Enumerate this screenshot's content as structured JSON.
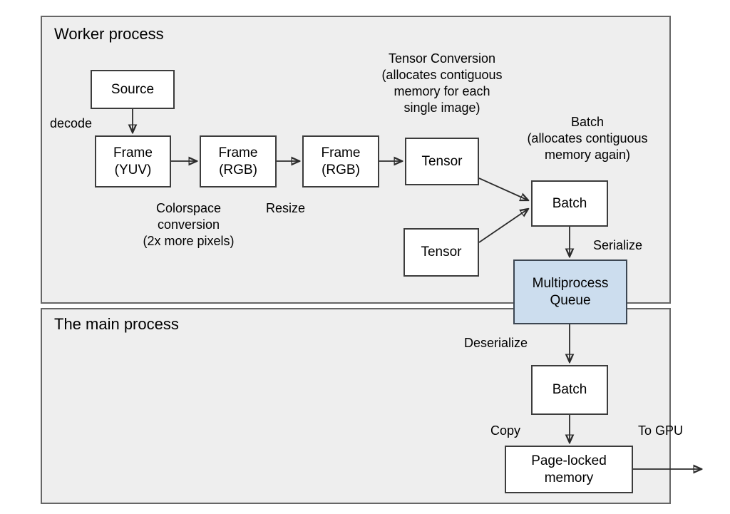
{
  "diagram": {
    "title": "Video decode pipeline across worker and main process",
    "background": "#ffffff",
    "panel_fill": "#eeeeee",
    "panel_stroke": "#666666",
    "node_fill": "#ffffff",
    "node_stroke": "#3c3c3c",
    "accent_fill": "#ccddee",
    "line_color": "#2b2b2b"
  },
  "panels": [
    {
      "id": "worker",
      "label": "Worker process"
    },
    {
      "id": "main",
      "label": "The main process"
    }
  ],
  "nodes": [
    {
      "id": "source",
      "label": "Source",
      "style": "plain"
    },
    {
      "id": "frame_yuv",
      "label": "Frame\n(YUV)",
      "style": "plain"
    },
    {
      "id": "frame_rgb1",
      "label": "Frame\n(RGB)",
      "style": "plain"
    },
    {
      "id": "frame_rgb2",
      "label": "Frame\n(RGB)",
      "style": "plain"
    },
    {
      "id": "tensor1",
      "label": "Tensor",
      "style": "plain"
    },
    {
      "id": "tensor2",
      "label": "Tensor",
      "style": "plain"
    },
    {
      "id": "batch_top",
      "label": "Batch",
      "style": "plain"
    },
    {
      "id": "queue",
      "label": "Multiprocess\nQueue",
      "style": "accent"
    },
    {
      "id": "batch_main",
      "label": "Batch",
      "style": "plain"
    },
    {
      "id": "pagelocked",
      "label": "Page-locked\nmemory",
      "style": "plain"
    }
  ],
  "edge_labels": [
    {
      "id": "decode",
      "text": "decode"
    },
    {
      "id": "colorspace",
      "text": "Colorspace\nconversion\n(2x more pixels)"
    },
    {
      "id": "resize",
      "text": "Resize"
    },
    {
      "id": "tensor_conversion",
      "text": "Tensor Conversion\n(allocates contiguous\nmemory for each\nsingle image)"
    },
    {
      "id": "batch_note",
      "text": "Batch\n(allocates contiguous\nmemory again)"
    },
    {
      "id": "serialize",
      "text": "Serialize"
    },
    {
      "id": "deserialize",
      "text": "Deserialize"
    },
    {
      "id": "copy",
      "text": "Copy"
    },
    {
      "id": "to_gpu",
      "text": "To GPU"
    }
  ]
}
